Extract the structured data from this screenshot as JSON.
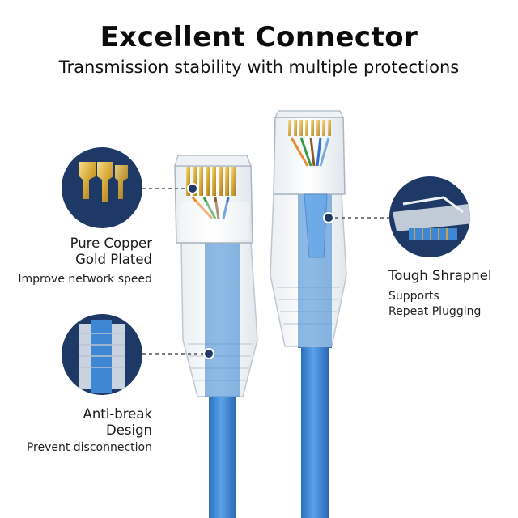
{
  "header": {
    "title": "Excellent Connector",
    "subtitle": "Transmission stability with multiple protections"
  },
  "callouts": {
    "copper": {
      "line1": "Pure Copper",
      "line2": "Gold Plated",
      "note": "Improve network speed"
    },
    "shrapnel": {
      "line1": "Tough Shrapnel",
      "note1": "Supports",
      "note2": "Repeat Plugging"
    },
    "antibreak": {
      "line1": "Anti-break",
      "line2": "Design",
      "note": "Prevent disconnection"
    }
  },
  "colors": {
    "cable_blue": "#3d87d4",
    "badge_navy": "#1f3966",
    "gold": "#d9b24a",
    "dashed_line": "#333333"
  }
}
